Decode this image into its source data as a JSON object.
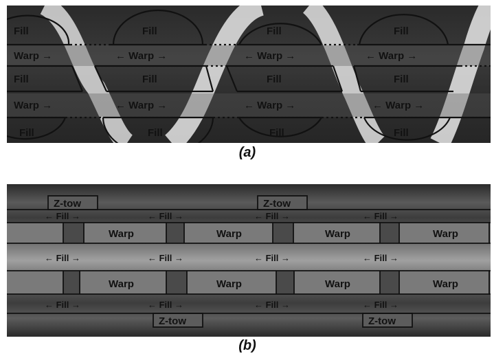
{
  "panel_a": {
    "caption": "(a)",
    "fill_label": "Fill",
    "warp_label": "Warp",
    "warp_left_label": "Warp →",
    "warp_both_label": "← Warp →"
  },
  "panel_b": {
    "caption": "(b)",
    "ztow_label": "Z-tow",
    "warp_label": "Warp",
    "fill_both_label": "← Fill →"
  }
}
